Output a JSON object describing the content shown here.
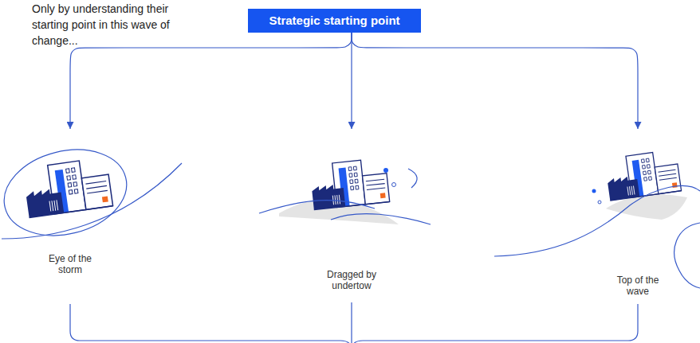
{
  "diagram": {
    "nodes": [
      {
        "text": [
          "Strategic starting point"
        ]
      },
      {
        "text": [
          "Eye of the storm"
        ]
      },
      {
        "text": [
          "Dragged by undertow"
        ]
      },
      {
        "text": [
          "Top of the wave"
        ]
      }
    ],
    "edges": [
      {
        "from": 0,
        "to": 1,
        "arrow": "to"
      },
      {
        "from": 0,
        "to": 2,
        "arrow": "to"
      },
      {
        "from": 0,
        "to": 3,
        "arrow": "to"
      }
    ],
    "labels": [
      "Only by understanding their starting point in this wave of change..."
    ]
  }
}
